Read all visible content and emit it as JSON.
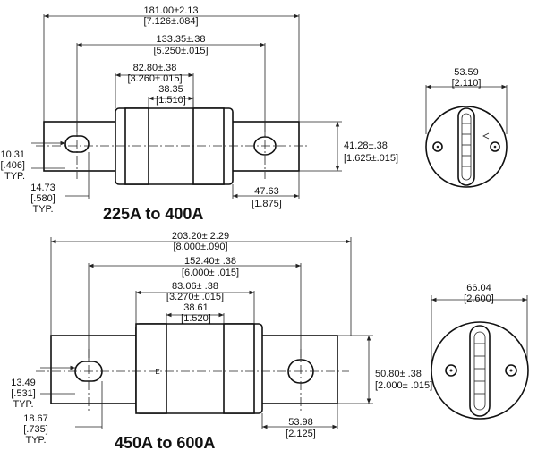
{
  "upper": {
    "overall": "181.00±2.13",
    "overall_in": "[7.126±.084]",
    "holes": "133.35±.38",
    "holes_in": "[5.250±.015]",
    "body": "82.80±.38",
    "body_in": "[3.260±.015]",
    "center": "38.35",
    "center_in": "[1.510]",
    "dia": "41.28±.38",
    "dia_in": "[1.625±.015]",
    "blade": "47.63",
    "blade_in": "[1.875]",
    "slot_w": "10.31",
    "slot_w_in": "[.406]",
    "slot_w_typ": "TYP.",
    "slot_l": "14.73",
    "slot_l_in": "[.580]",
    "slot_l_typ": "TYP.",
    "end_dia": "53.59",
    "end_dia_in": "[2.110]",
    "caption": "225A to 400A"
  },
  "lower": {
    "overall": "203.20± 2.29",
    "overall_in": "[8.000±.090]",
    "holes": "152.40± .38",
    "holes_in": "[6.000± .015]",
    "body": "83.06± .38",
    "body_in": "[3.270± .015]",
    "center": "38.61",
    "center_in": "[1.520]",
    "dia": "50.80± .38",
    "dia_in": "[2.000± .015]",
    "blade": "53.98",
    "blade_in": "[2.125]",
    "slot_w": "13.49",
    "slot_w_in": "[.531]",
    "slot_w_typ": "TYP.",
    "slot_l": "18.67",
    "slot_l_in": "[.735]",
    "slot_l_typ": "TYP.",
    "end_dia": "66.04",
    "end_dia_in": "[2.600]",
    "caption": "450A to 600A"
  }
}
